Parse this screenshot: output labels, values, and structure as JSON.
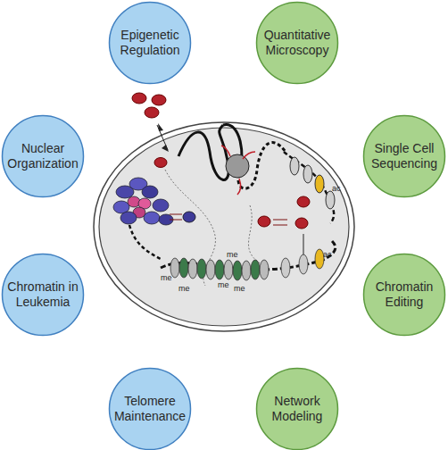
{
  "diagram": {
    "nodes": [
      {
        "text": [
          "Epigenetic Regulation"
        ]
      },
      {
        "text": [
          "Quantitative Microscopy"
        ]
      },
      {
        "text": [
          "Nuclear Organization"
        ]
      },
      {
        "text": [
          "Single Cell Sequencing"
        ]
      },
      {
        "text": [
          "Chromatin in Leukemia"
        ]
      },
      {
        "text": [
          "Chromatin Editing"
        ]
      },
      {
        "text": [
          "Telomere Maintenance"
        ]
      },
      {
        "text": [
          "Network Modeling"
        ]
      }
    ],
    "labels": [
      "me",
      "me",
      "me",
      "me",
      "me",
      "ac",
      "ac"
    ]
  }
}
